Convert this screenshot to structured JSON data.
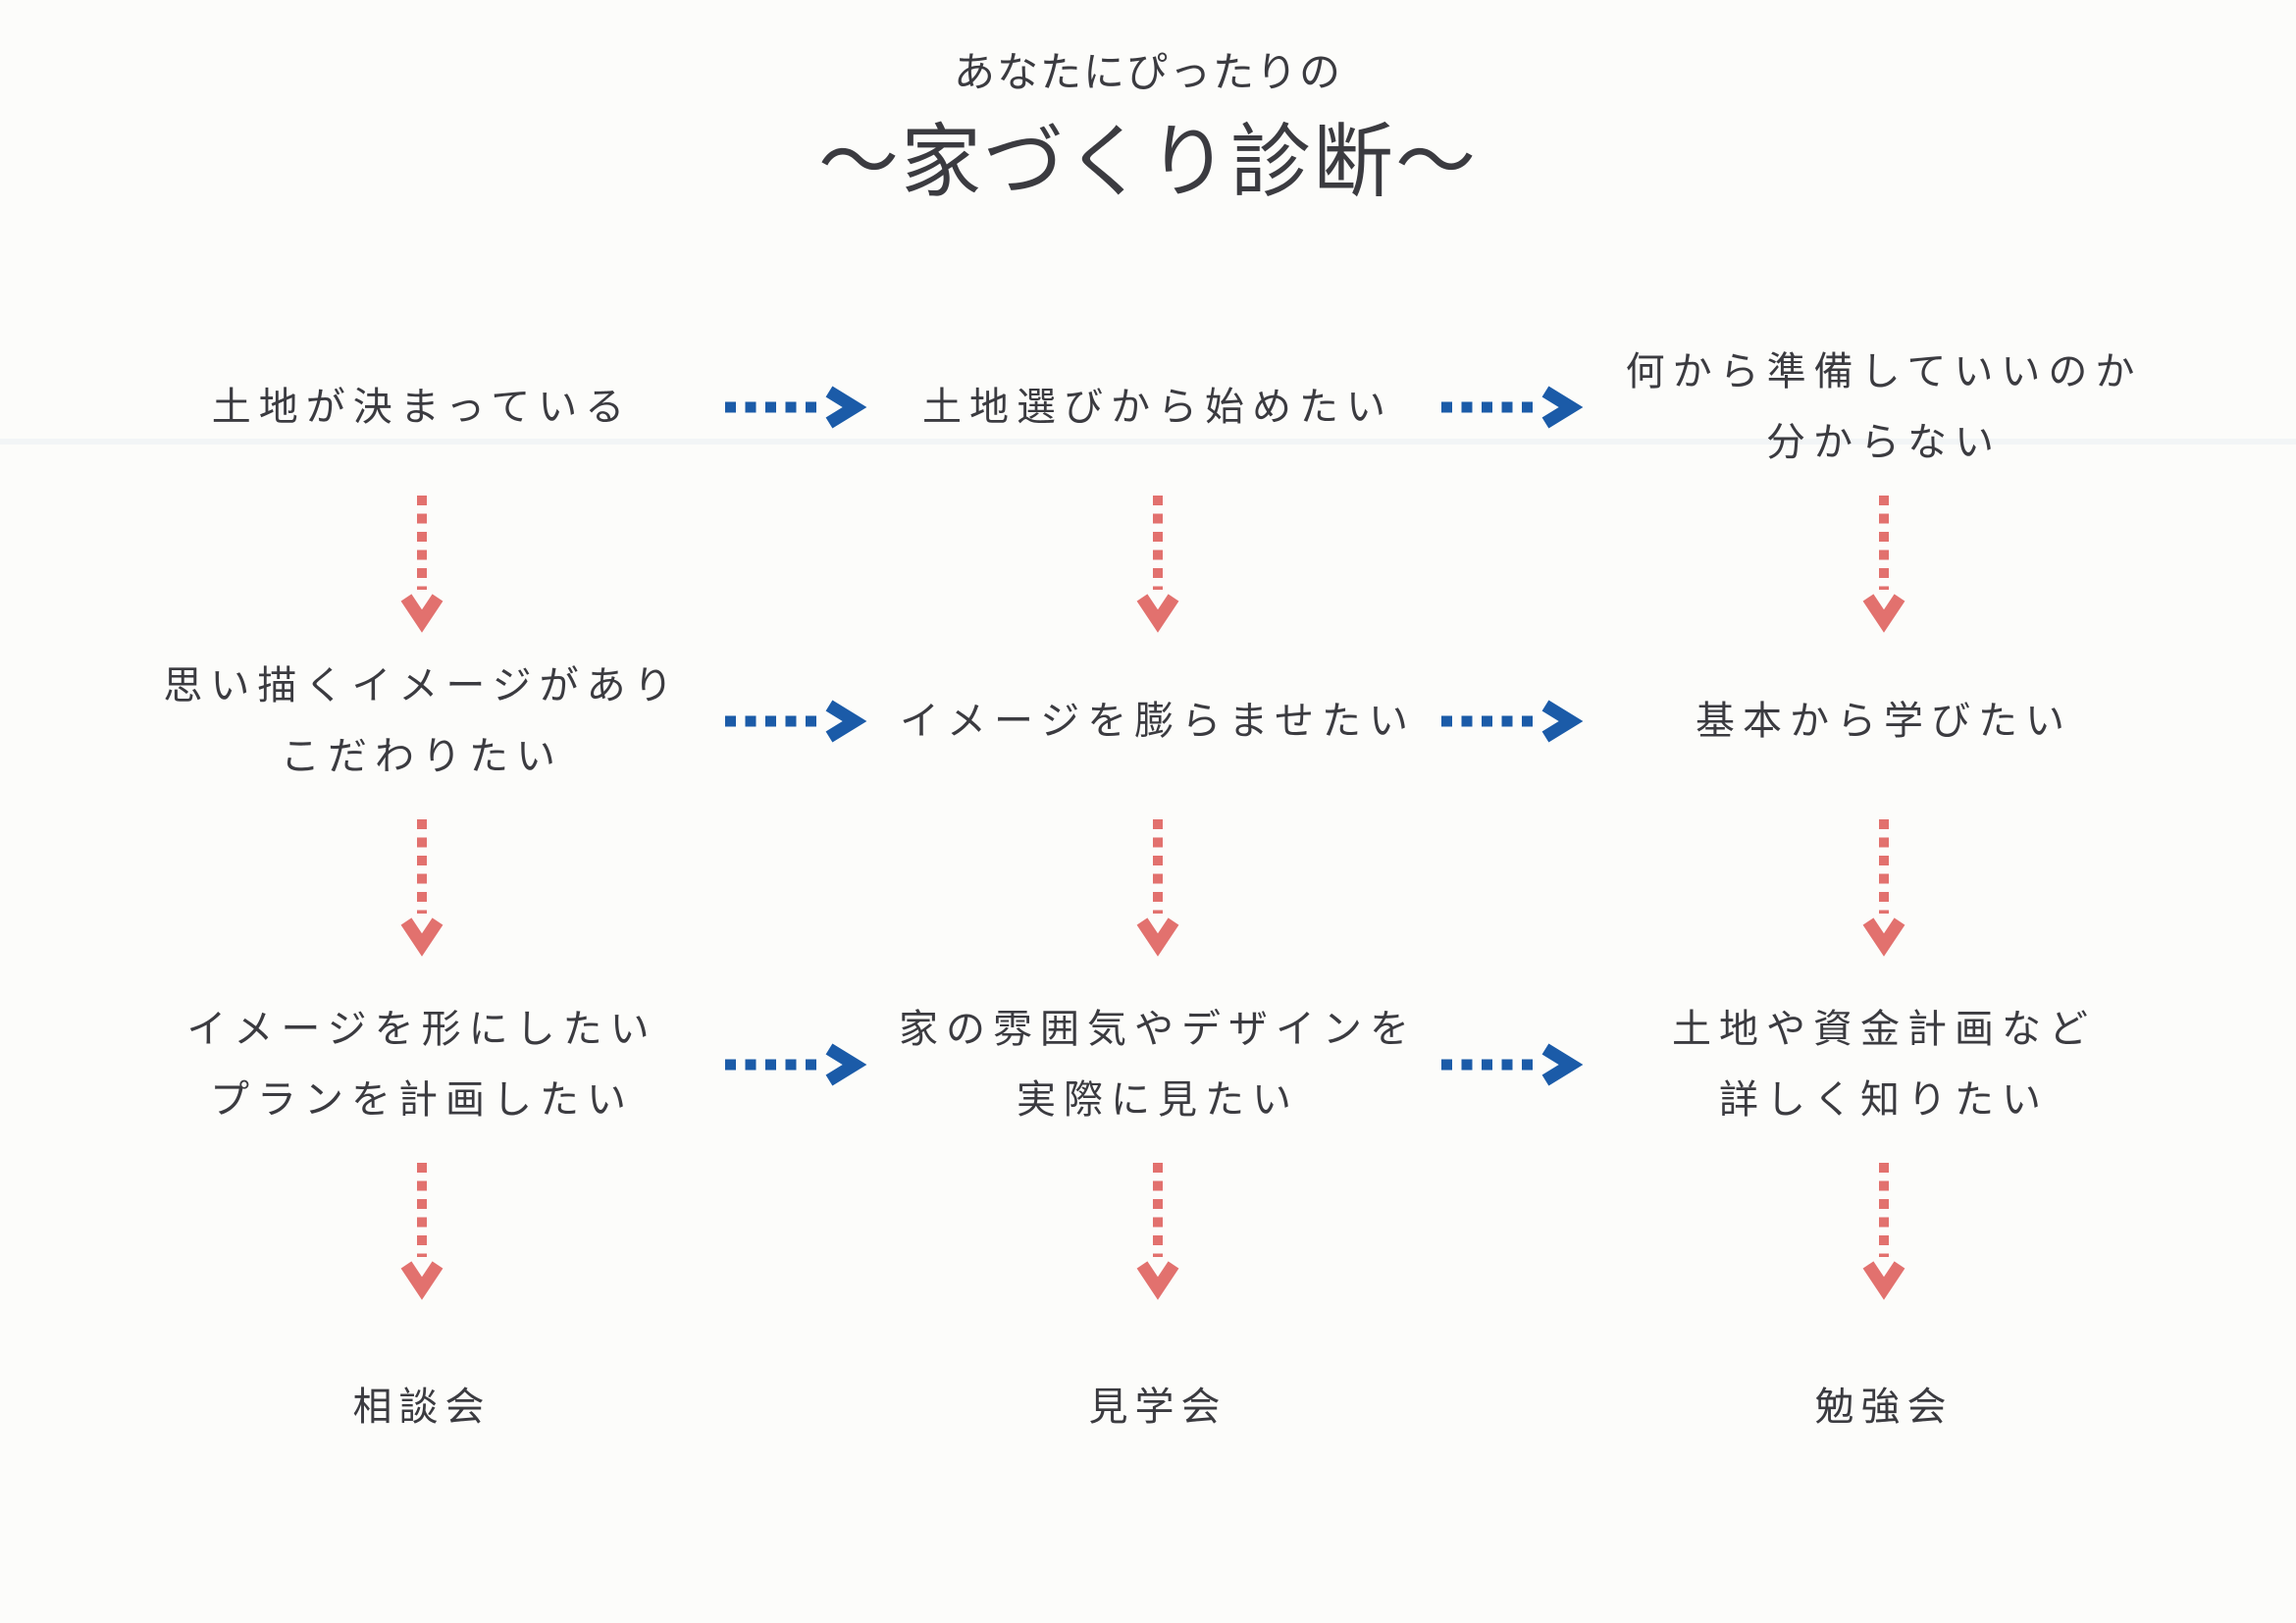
{
  "page": {
    "background": "#fcfcfa",
    "text_color": "#3b3b40"
  },
  "colors": {
    "arrow_blue": "#1b5ba8",
    "arrow_red": "#e2716e"
  },
  "title": {
    "subtitle": "あなたにぴったりの",
    "main": "～家づくり診断～"
  },
  "flow": {
    "rows": [
      {
        "cells": [
          "土地が決まっている",
          "土地選びから始めたい",
          "何から準備していいのか\n分からない"
        ]
      },
      {
        "cells": [
          "思い描くイメージがあり\nこだわりたい",
          "イメージを膨らませたい",
          "基本から学びたい"
        ]
      },
      {
        "cells": [
          "イメージを形にしたい\nプランを計画したい",
          "家の雰囲気やデザインを\n実際に見たい",
          "土地や資金計画など\n詳しく知りたい"
        ]
      }
    ],
    "outcomes": [
      "相談会",
      "見学会",
      "勉強会"
    ]
  }
}
